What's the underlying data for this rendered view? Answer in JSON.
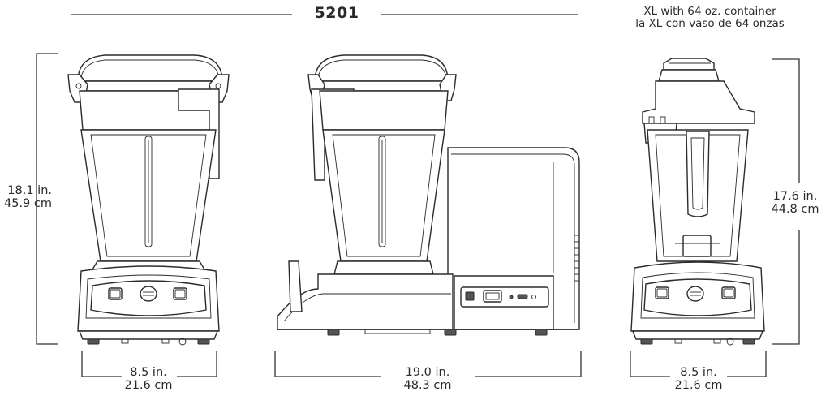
{
  "title": "5201",
  "note": {
    "line1": "XL with 64 oz. container",
    "line2": "la XL con vaso de 64 onzas"
  },
  "dimensions": {
    "front_height": {
      "imperial": "18.1 in.",
      "metric": "45.9 cm"
    },
    "front_width": {
      "imperial": "8.5 in.",
      "metric": "21.6 cm"
    },
    "side_depth": {
      "imperial": "19.0 in.",
      "metric": "48.3 cm"
    },
    "alt_height": {
      "imperial": "17.6 in.",
      "metric": "44.8 cm"
    },
    "alt_width": {
      "imperial": "8.5 in.",
      "metric": "21.6 cm"
    }
  }
}
